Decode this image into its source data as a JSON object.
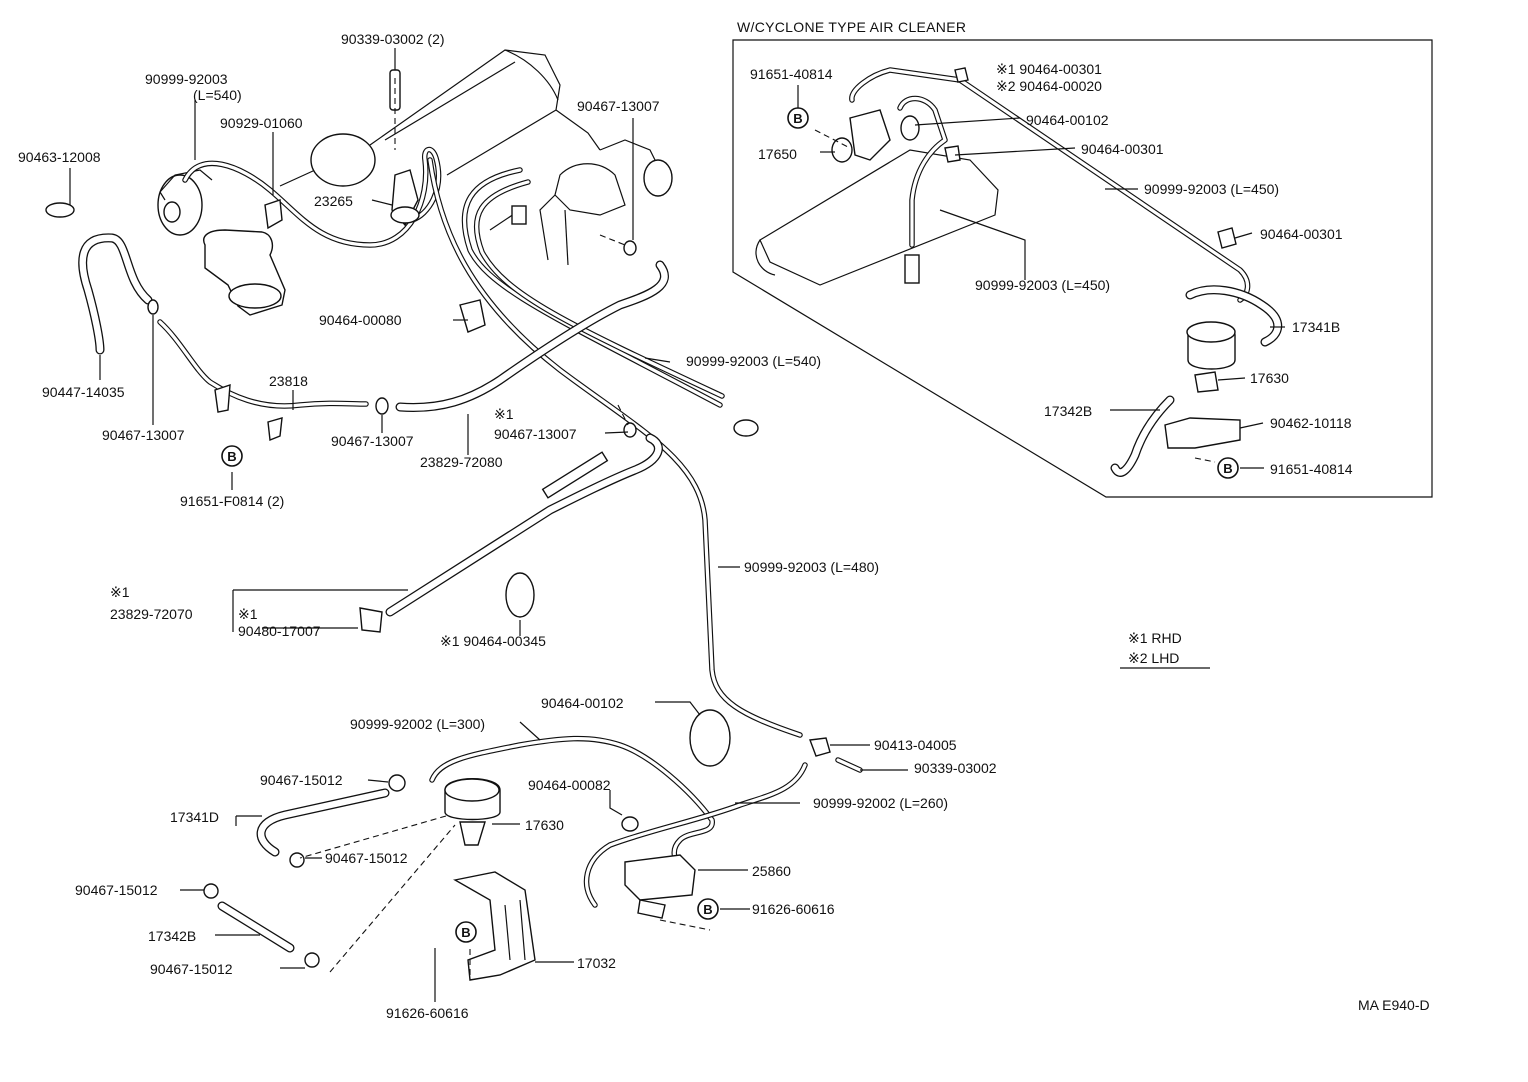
{
  "inset": {
    "title": "W/CYCLONE TYPE AIR CLEANER"
  },
  "legend": {
    "rhd": "※1 RHD",
    "lhd": "※2 LHD"
  },
  "footer": {
    "code": "MA E940-D"
  },
  "bolt_mark": "B",
  "labels": [
    {
      "id": "l1",
      "text": "90339-03002 (2)"
    },
    {
      "id": "l2",
      "text": "90999-92003"
    },
    {
      "id": "l3",
      "text": "(L=540)"
    },
    {
      "id": "l4",
      "text": "90929-01060"
    },
    {
      "id": "l5",
      "text": "90467-13007"
    },
    {
      "id": "l6",
      "text": "90463-12008"
    },
    {
      "id": "l7",
      "text": "23265"
    },
    {
      "id": "l8",
      "text": "90464-00080"
    },
    {
      "id": "l9",
      "text": "90999-92003 (L=540)"
    },
    {
      "id": "l10",
      "text": "90447-14035"
    },
    {
      "id": "l11",
      "text": "23818"
    },
    {
      "id": "l12",
      "text": "90467-13007"
    },
    {
      "id": "l13",
      "text": "90467-13007"
    },
    {
      "id": "l14",
      "text": "※1"
    },
    {
      "id": "l15",
      "text": "90467-13007"
    },
    {
      "id": "l16",
      "text": "23829-72080"
    },
    {
      "id": "l17",
      "text": "91651-F0814 (2)"
    },
    {
      "id": "l18",
      "text": "90999-92003 (L=480)"
    },
    {
      "id": "l19",
      "text": "※1"
    },
    {
      "id": "l20",
      "text": "23829-72070"
    },
    {
      "id": "l21",
      "text": "※1"
    },
    {
      "id": "l22",
      "text": "90480-17007"
    },
    {
      "id": "l23",
      "text": "※1 90464-00345"
    },
    {
      "id": "l24",
      "text": "90464-00102"
    },
    {
      "id": "l25",
      "text": "90999-92002 (L=300)"
    },
    {
      "id": "l26",
      "text": "90413-04005"
    },
    {
      "id": "l27",
      "text": "90339-03002"
    },
    {
      "id": "l28",
      "text": "90467-15012"
    },
    {
      "id": "l29",
      "text": "90464-00082"
    },
    {
      "id": "l30",
      "text": "90999-92002 (L=260)"
    },
    {
      "id": "l31",
      "text": "17341D"
    },
    {
      "id": "l32",
      "text": "17630"
    },
    {
      "id": "l33",
      "text": "90467-15012"
    },
    {
      "id": "l34",
      "text": "25860"
    },
    {
      "id": "l35",
      "text": "90467-15012"
    },
    {
      "id": "l36",
      "text": "91626-60616"
    },
    {
      "id": "l37",
      "text": "17342B"
    },
    {
      "id": "l38",
      "text": "17032"
    },
    {
      "id": "l39",
      "text": "90467-15012"
    },
    {
      "id": "l40",
      "text": "91626-60616"
    },
    {
      "id": "i1",
      "text": "91651-40814"
    },
    {
      "id": "i2",
      "text": "※1 90464-00301"
    },
    {
      "id": "i3",
      "text": "※2 90464-00020"
    },
    {
      "id": "i4",
      "text": "90464-00102"
    },
    {
      "id": "i5",
      "text": "17650"
    },
    {
      "id": "i6",
      "text": "90464-00301"
    },
    {
      "id": "i7",
      "text": "90999-92003 (L=450)"
    },
    {
      "id": "i8",
      "text": "90464-00301"
    },
    {
      "id": "i9",
      "text": "90999-92003 (L=450)"
    },
    {
      "id": "i10",
      "text": "17341B"
    },
    {
      "id": "i11",
      "text": "17630"
    },
    {
      "id": "i12",
      "text": "17342B"
    },
    {
      "id": "i13",
      "text": "90462-10118"
    },
    {
      "id": "i14",
      "text": "91651-40814"
    }
  ]
}
